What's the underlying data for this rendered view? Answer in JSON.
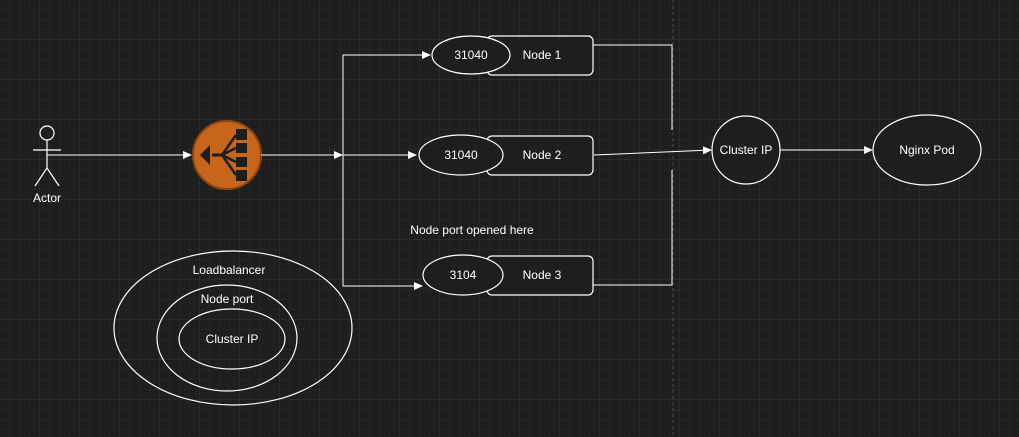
{
  "actor": {
    "label": "Actor",
    "icon": "actor-stick-figure-icon"
  },
  "load_balancer": {
    "icon": "load-balancer-icon",
    "color": "#c7651a"
  },
  "nodes": [
    {
      "port": "31040",
      "label": "Node 1"
    },
    {
      "port": "31040",
      "label": "Node 2"
    },
    {
      "port": "3104",
      "label": "Node 3"
    }
  ],
  "cluster_ip": {
    "label": "Cluster IP"
  },
  "nginx_pod": {
    "label": "Nginx Pod"
  },
  "annotation": {
    "text": "Node port opened here"
  },
  "legend": {
    "outer": "Loadbalancer",
    "middle": "Node port",
    "inner": "Cluster IP"
  },
  "colors": {
    "background": "#1e1e1e",
    "stroke": "#ffffff",
    "accent": "#c7651a"
  }
}
